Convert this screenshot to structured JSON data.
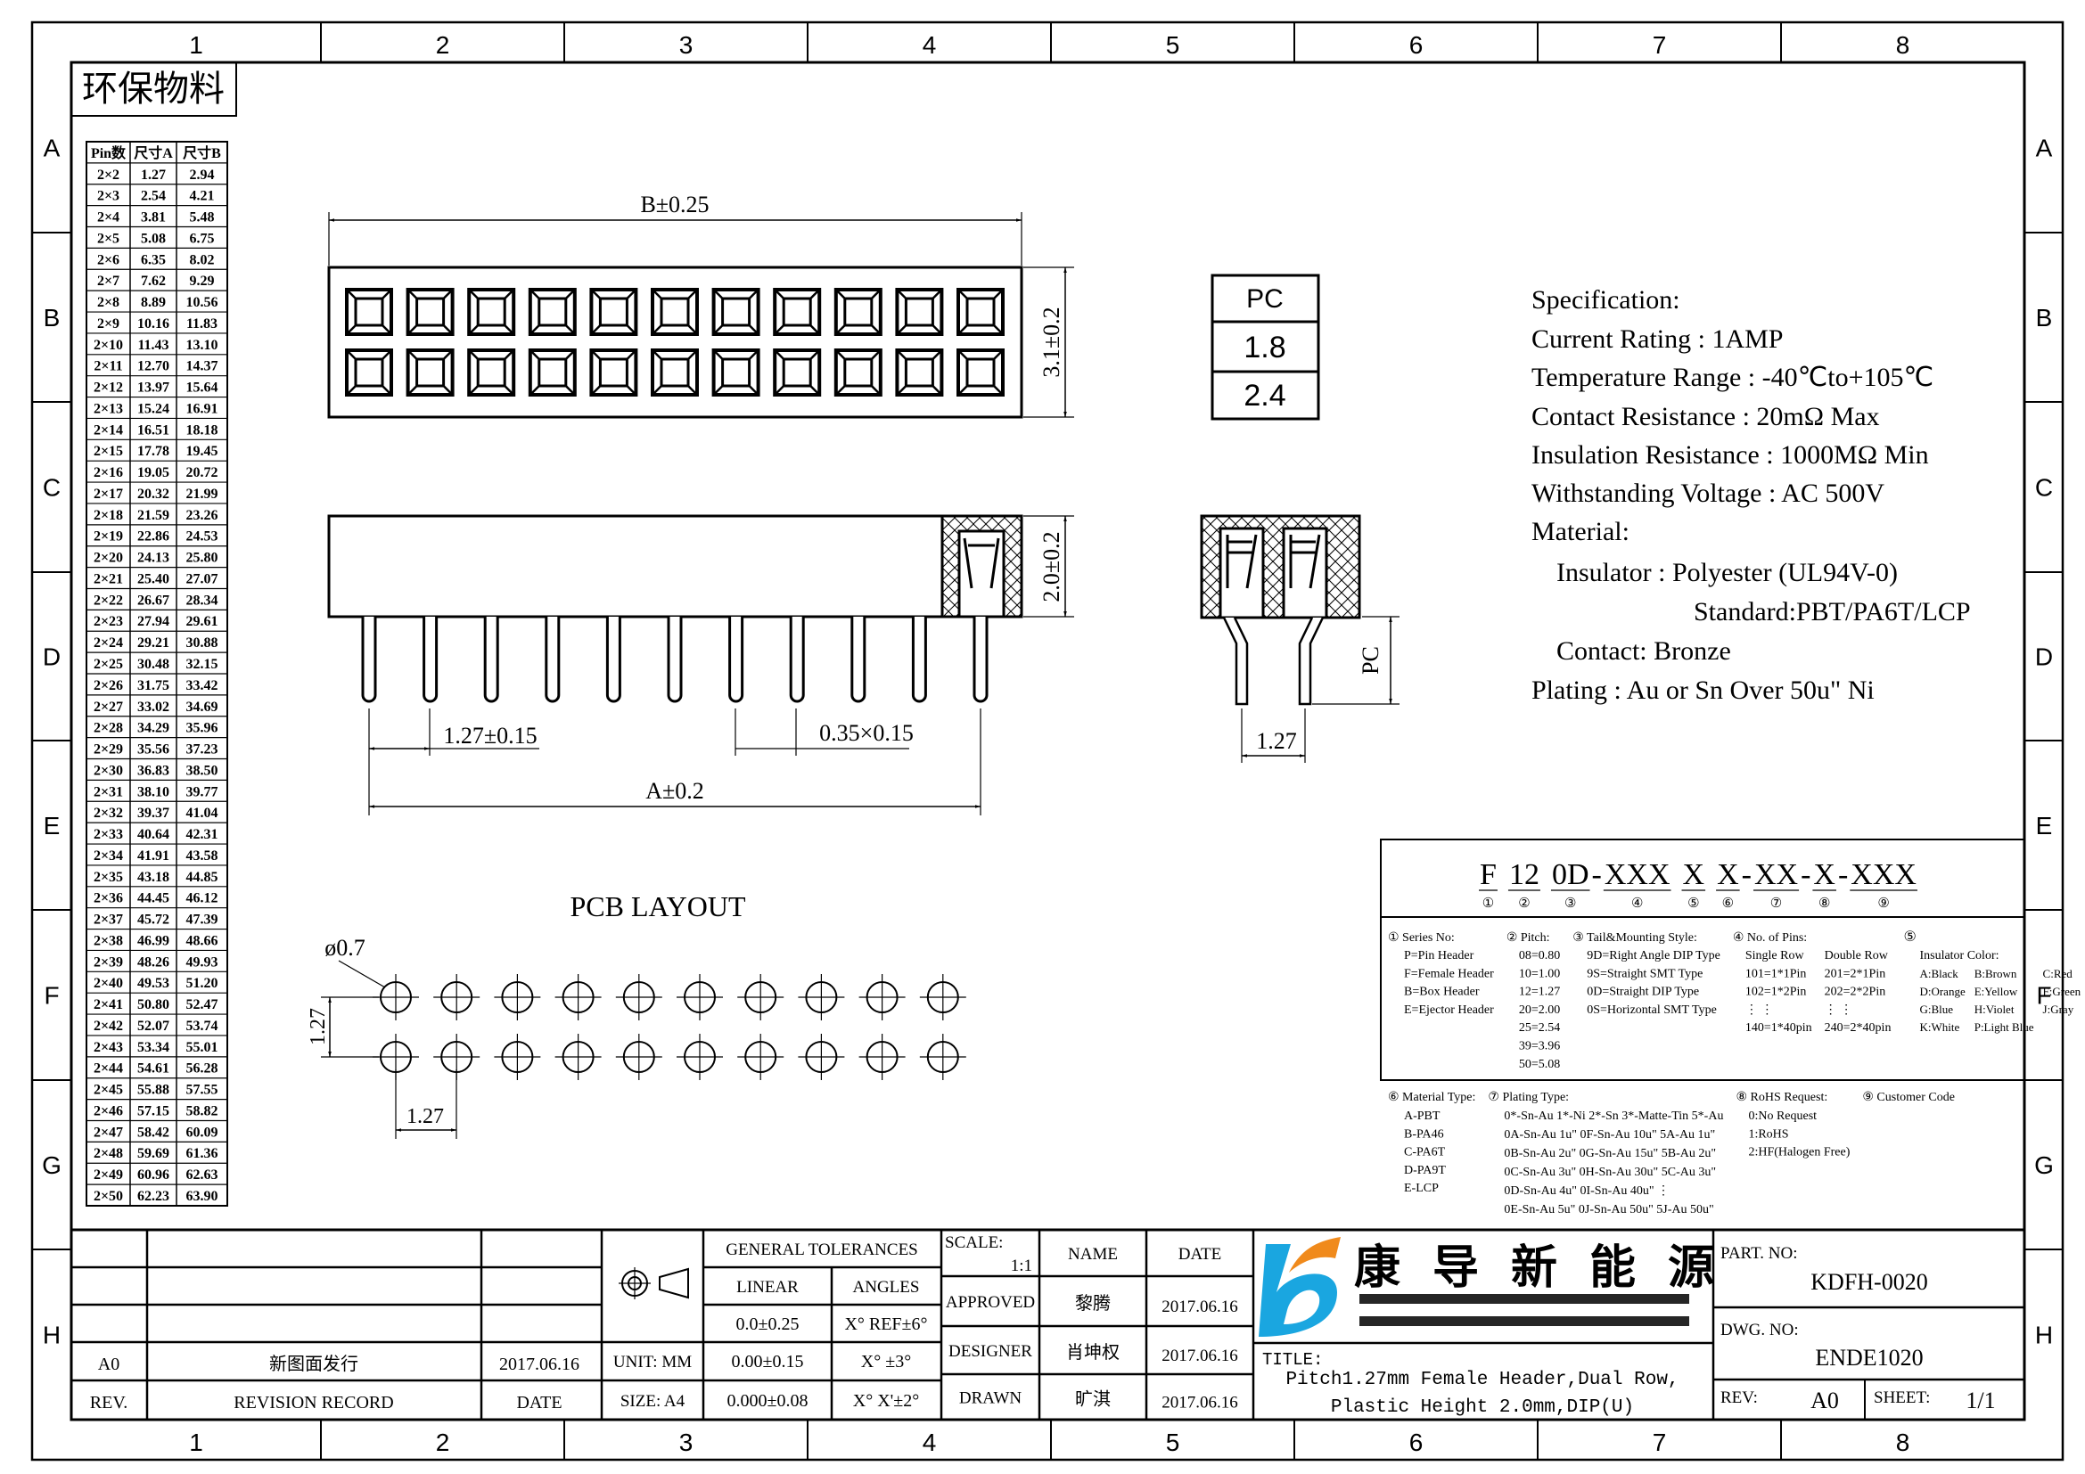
{
  "sheet": {
    "col_labels": [
      "1",
      "2",
      "3",
      "4",
      "5",
      "6",
      "7",
      "8"
    ],
    "row_labels": [
      "A",
      "B",
      "C",
      "D",
      "E",
      "F",
      "G",
      "H"
    ],
    "eco_label": "环保物料"
  },
  "pin_table": {
    "headers": [
      "Pin数",
      "尺寸A",
      "尺寸B"
    ],
    "rows": [
      [
        "2×2",
        "1.27",
        "2.94"
      ],
      [
        "2×3",
        "2.54",
        "4.21"
      ],
      [
        "2×4",
        "3.81",
        "5.48"
      ],
      [
        "2×5",
        "5.08",
        "6.75"
      ],
      [
        "2×6",
        "6.35",
        "8.02"
      ],
      [
        "2×7",
        "7.62",
        "9.29"
      ],
      [
        "2×8",
        "8.89",
        "10.56"
      ],
      [
        "2×9",
        "10.16",
        "11.83"
      ],
      [
        "2×10",
        "11.43",
        "13.10"
      ],
      [
        "2×11",
        "12.70",
        "14.37"
      ],
      [
        "2×12",
        "13.97",
        "15.64"
      ],
      [
        "2×13",
        "15.24",
        "16.91"
      ],
      [
        "2×14",
        "16.51",
        "18.18"
      ],
      [
        "2×15",
        "17.78",
        "19.45"
      ],
      [
        "2×16",
        "19.05",
        "20.72"
      ],
      [
        "2×17",
        "20.32",
        "21.99"
      ],
      [
        "2×18",
        "21.59",
        "23.26"
      ],
      [
        "2×19",
        "22.86",
        "24.53"
      ],
      [
        "2×20",
        "24.13",
        "25.80"
      ],
      [
        "2×21",
        "25.40",
        "27.07"
      ],
      [
        "2×22",
        "26.67",
        "28.34"
      ],
      [
        "2×23",
        "27.94",
        "29.61"
      ],
      [
        "2×24",
        "29.21",
        "30.88"
      ],
      [
        "2×25",
        "30.48",
        "32.15"
      ],
      [
        "2×26",
        "31.75",
        "33.42"
      ],
      [
        "2×27",
        "33.02",
        "34.69"
      ],
      [
        "2×28",
        "34.29",
        "35.96"
      ],
      [
        "2×29",
        "35.56",
        "37.23"
      ],
      [
        "2×30",
        "36.83",
        "38.50"
      ],
      [
        "2×31",
        "38.10",
        "39.77"
      ],
      [
        "2×32",
        "39.37",
        "41.04"
      ],
      [
        "2×33",
        "40.64",
        "42.31"
      ],
      [
        "2×34",
        "41.91",
        "43.58"
      ],
      [
        "2×35",
        "43.18",
        "44.85"
      ],
      [
        "2×36",
        "44.45",
        "46.12"
      ],
      [
        "2×37",
        "45.72",
        "47.39"
      ],
      [
        "2×38",
        "46.99",
        "48.66"
      ],
      [
        "2×39",
        "48.26",
        "49.93"
      ],
      [
        "2×40",
        "49.53",
        "51.20"
      ],
      [
        "2×41",
        "50.80",
        "52.47"
      ],
      [
        "2×42",
        "52.07",
        "53.74"
      ],
      [
        "2×43",
        "53.34",
        "55.01"
      ],
      [
        "2×44",
        "54.61",
        "56.28"
      ],
      [
        "2×45",
        "55.88",
        "57.55"
      ],
      [
        "2×46",
        "57.15",
        "58.82"
      ],
      [
        "2×47",
        "58.42",
        "60.09"
      ],
      [
        "2×48",
        "59.69",
        "61.36"
      ],
      [
        "2×49",
        "60.96",
        "62.63"
      ],
      [
        "2×50",
        "62.23",
        "63.90"
      ]
    ]
  },
  "dims": {
    "b": "B±0.25",
    "h_top": "3.1±0.2",
    "h_side": "2.0±0.2",
    "pitch": "1.27±0.15",
    "pin_size": "0.35×0.15",
    "a": "A±0.2",
    "pc": "PC",
    "end_pitch": "1.27",
    "pcb_title": "PCB LAYOUT",
    "hole": "ø0.7",
    "pcb_v": "1.27",
    "pcb_h": "1.27"
  },
  "pc_table": [
    "PC",
    "1.8",
    "2.4"
  ],
  "spec": [
    "Specification:",
    "Current Rating : 1AMP",
    "Temperature Range : -40℃to+105℃",
    "Contact Resistance : 20mΩ Max",
    "Insulation Resistance : 1000MΩ Min",
    "Withstanding Voltage : AC 500V",
    "Material:",
    "Insulator : Polyester (UL94V-0)",
    "Standard:PBT/PA6T/LCP",
    "Contact: Bronze",
    "Plating : Au or Sn Over 50u\" Ni"
  ],
  "part_code": {
    "separator": "-",
    "segments": [
      {
        "text": "F",
        "num": "①"
      },
      {
        "text": "12",
        "num": "②"
      },
      {
        "text": "0D",
        "num": "③"
      },
      {
        "text": "XXX",
        "num": "④"
      },
      {
        "text": "X",
        "num": "⑤"
      },
      {
        "text": "X",
        "num": "⑥"
      },
      {
        "text": "XX",
        "num": "⑦"
      },
      {
        "text": "X",
        "num": "⑧"
      },
      {
        "text": "XXX",
        "num": "⑨"
      }
    ]
  },
  "legend": {
    "series": {
      "title": "① Series No:",
      "items": [
        "P=Pin Header",
        "F=Female Header",
        "B=Box Header",
        "E=Ejector Header"
      ]
    },
    "pitch": {
      "title": "② Pitch:",
      "items": [
        "08=0.80",
        "10=1.00",
        "12=1.27",
        "20=2.00",
        "25=2.54",
        "39=3.96",
        "50=5.08"
      ]
    },
    "tail": {
      "title": "③ Tail&Mounting Style:",
      "items": [
        "9D=Right Angle DIP Type",
        "9S=Straight SMT Type",
        "0D=Straight DIP Type",
        "0S=Horizontal SMT Type"
      ]
    },
    "pins": {
      "title": "④ No. of Pins:",
      "single": [
        "Single Row",
        "101=1*1Pin",
        "102=1*2Pin",
        "⋮  ⋮",
        "140=1*40pin"
      ],
      "double": [
        "Double Row",
        "201=2*1Pin",
        "202=2*2Pin",
        "⋮  ⋮",
        "240=2*40pin"
      ]
    },
    "color": {
      "num": "⑤",
      "title": "Insulator Color:",
      "rows": [
        [
          "A:Black",
          "B:Brown",
          "C:Red"
        ],
        [
          "D:Orange",
          "E:Yellow",
          "F:Green"
        ],
        [
          "G:Blue",
          "H:Violet",
          "J:Gray"
        ],
        [
          "K:White",
          "P:Light Blue",
          ""
        ]
      ]
    },
    "material": {
      "title": "⑥ Material Type:",
      "items": [
        "A-PBT",
        "B-PA46",
        "C-PA6T",
        "D-PA9T",
        "E-LCP"
      ]
    },
    "plating": {
      "title": "⑦ Plating Type:",
      "items": [
        "0*-Sn-Au 1*-Ni 2*-Sn 3*-Matte-Tin 5*-Au",
        "0A-Sn-Au 1u\" 0F-Sn-Au 10u\"  5A-Au 1u\"",
        "0B-Sn-Au 2u\" 0G-Sn-Au 15u\"  5B-Au 2u\"",
        "0C-Sn-Au 3u\" 0H-Sn-Au 30u\"  5C-Au 3u\"",
        "0D-Sn-Au 4u\" 0I-Sn-Au 40u\"      ⋮",
        "0E-Sn-Au 5u\" 0J-Sn-Au 50u\"  5J-Au 50u\""
      ]
    },
    "rohs": {
      "title": "⑧ RoHS Request:",
      "items": [
        "0:No Request",
        "1:RoHS",
        "2:HF(Halogen Free)"
      ]
    },
    "customer": {
      "title": "⑨ Customer Code"
    }
  },
  "title_block": {
    "revision": {
      "rev": "A0",
      "record": "新图面发行",
      "date": "2017.06.16",
      "h_rev": "REV.",
      "h_record": "REVISION RECORD",
      "h_date": "DATE"
    },
    "tolerances": {
      "title": "GENERAL TOLERANCES",
      "linear": "LINEAR",
      "angles": "ANGLES",
      "lin": [
        "0.0±0.25",
        "0.00±0.15",
        "0.000±0.08"
      ],
      "ang": [
        "X° REF±6°",
        "X° ±3°",
        "X° X'±2°"
      ],
      "unit": "UNIT: MM",
      "size": "SIZE: A4"
    },
    "scale_label": "SCALE:",
    "scale": "1:1",
    "name_h": "NAME",
    "date_h": "DATE",
    "signoff": [
      {
        "role": "APPROVED",
        "name": "黎腾",
        "date": "2017.06.16"
      },
      {
        "role": "DESIGNER",
        "name": "肖坤权",
        "date": "2017.06.16"
      },
      {
        "role": "DRAWN",
        "name": "旷淇",
        "date": "2017.06.16"
      }
    ],
    "company": [
      "康",
      "导",
      "新",
      "能",
      "源"
    ],
    "title_label": "TITLE:",
    "title_lines": [
      "Pitch1.27mm Female Header,Dual Row,",
      "Plastic Height 2.0mm,DIP(U)"
    ],
    "part_no_label": "PART. NO:",
    "part_no": "KDFH-0020",
    "dwg_no_label": "DWG. NO:",
    "dwg_no": "ENDE1020",
    "rev_label": "REV:",
    "rev": "A0",
    "sheet_label": "SHEET:",
    "sheet": "1/1"
  },
  "colors": {
    "logo_blue": "#1aa6e0",
    "logo_orange": "#f08a1c"
  }
}
